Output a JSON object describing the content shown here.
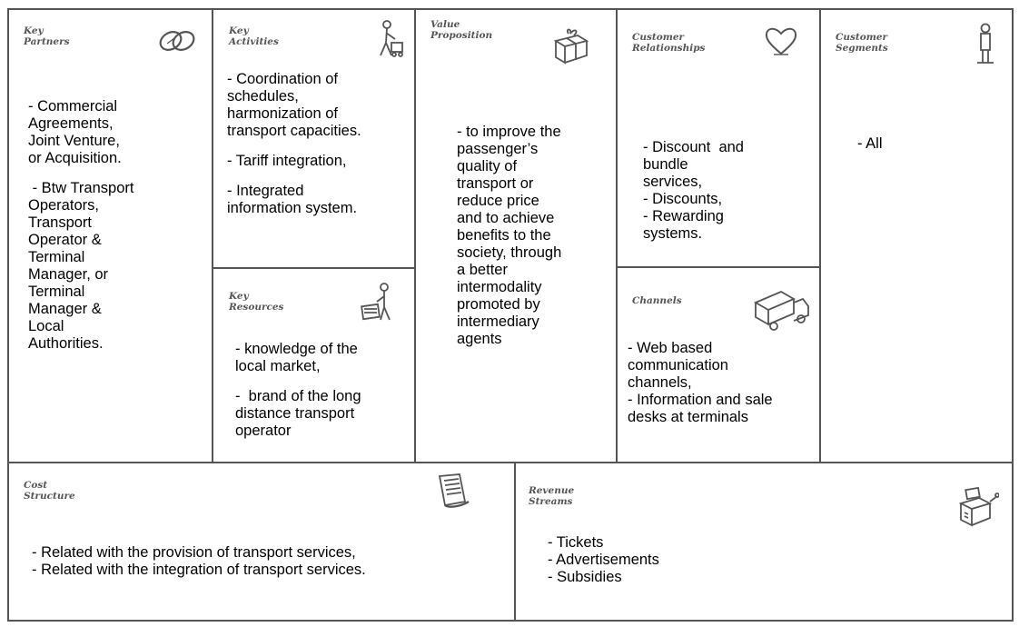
{
  "key_partners": {
    "heading": "Key\nPartners",
    "icon": "chain-links-icon",
    "block1": [
      "- Commercial",
      "Agreements,",
      "Joint Venture,",
      "or Acquisition."
    ],
    "block2": [
      " - Btw Transport",
      "Operators,",
      "Transport",
      "Operator &",
      "Terminal",
      "Manager, or",
      "Terminal",
      "Manager &",
      "Local",
      "Authorities."
    ]
  },
  "key_activities": {
    "heading": "Key\nActivities",
    "icon": "person-with-cart-icon",
    "block1": [
      "- Coordination of",
      "schedules,",
      "harmonization of",
      "transport capacities."
    ],
    "block2": [
      "- Tariff integration,"
    ],
    "block3": [
      "- Integrated",
      "information system."
    ]
  },
  "key_resources": {
    "heading": "Key\nResources",
    "icon": "worker-with-crate-icon",
    "block1": [
      "- knowledge of the",
      "local market,"
    ],
    "block2": [
      "-  brand of the long",
      "distance transport",
      "operator"
    ]
  },
  "value_proposition": {
    "heading": "Value\nProposition",
    "icon": "gift-box-icon",
    "lines": [
      "- to improve the",
      "passenger’s",
      "quality of",
      "transport or",
      "reduce price",
      "and to achieve",
      "benefits to the",
      "society, through",
      "a better",
      "intermodality",
      "promoted by",
      "intermediary",
      "agents"
    ]
  },
  "customer_relationships": {
    "heading": "Customer\nRelationships",
    "icon": "heart-icon",
    "lines": [
      "- Discount  and",
      "bundle",
      "services,",
      "- Discounts,",
      "- Rewarding",
      "systems."
    ]
  },
  "channels": {
    "heading": "Channels",
    "icon": "delivery-truck-icon",
    "lines": [
      "- Web based",
      "communication",
      "channels,",
      "- Information and sale",
      "desks at terminals"
    ]
  },
  "customer_segments": {
    "heading": "Customer\nSegments",
    "icon": "standing-person-icon",
    "lines": [
      "- All"
    ]
  },
  "cost_structure": {
    "heading": "Cost\nStructure",
    "icon": "receipt-icon",
    "lines": [
      "- Related with the provision of transport services,",
      "- Related with the integration of transport services."
    ]
  },
  "revenue_streams": {
    "heading": "Revenue\nStreams",
    "icon": "cash-register-icon",
    "lines": [
      "- Tickets",
      "- Advertisements",
      "- Subsidies"
    ]
  }
}
